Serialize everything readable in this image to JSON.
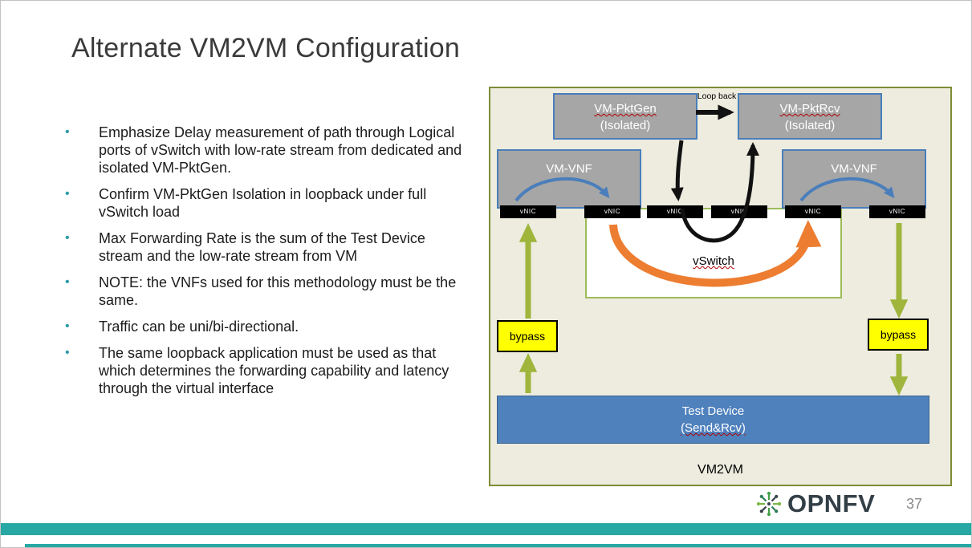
{
  "slide": {
    "title": "Alternate VM2VM Configuration",
    "page_number": "37",
    "bullet_marker": "•",
    "bullets": [
      "Emphasize Delay measurement of path through Logical ports of vSwitch with low-rate stream from dedicated and isolated VM-PktGen.",
      "Confirm VM-PktGen Isolation in loopback under full vSwitch load",
      "Max Forwarding Rate is the sum of the Test Device stream and the low-rate stream from VM",
      "NOTE: the VNFs used for this methodology must be the same.",
      "Traffic can be uni/bi-directional.",
      "The same loopback application must be used as that which determines the forwarding capability and latency through the virtual interface"
    ]
  },
  "diagram": {
    "pktgen_line1": "VM-PktGen",
    "pktgen_line2": "(Isolated)",
    "pktrcv_line1": "VM-PktRcv",
    "pktrcv_line2": "(Isolated)",
    "loopback_label": "Loop back",
    "vnf_label": "VM-VNF",
    "vnic_label": "vNIC",
    "vswitch_label": "vSwitch",
    "bypass_label": "bypass",
    "test_device_line1": "Test Device",
    "test_device_line2": "(Send&Rcv)",
    "container_label": "VM2VM"
  },
  "logo": {
    "icon": "opnfv-burst-icon",
    "text": "OPNFV"
  },
  "colors": {
    "accent_teal": "#27a8a4",
    "diagram_bg": "#edecdf",
    "diagram_border": "#7e8c35",
    "box_gray": "#a6a6a6",
    "box_border_blue": "#4a7ebb",
    "test_device_blue": "#4f81bd",
    "bypass_yellow": "#ffff00",
    "arrow_orange": "#ed7d31",
    "arrow_green": "#9fb53c",
    "arrow_black": "#111111",
    "vswitch_border_green": "#9bbb59"
  }
}
